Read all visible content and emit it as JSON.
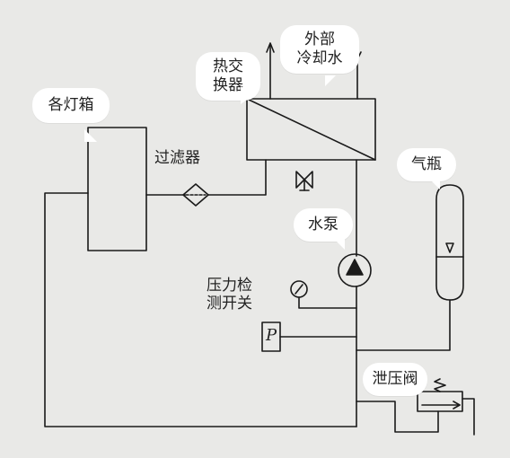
{
  "diagram": {
    "labels": {
      "lamp_boxes": "各灯箱",
      "heat_exchanger_line1": "热交",
      "heat_exchanger_line2": "换器",
      "external_cooling_line1": "外部",
      "external_cooling_line2": "冷却水",
      "filter": "过滤器",
      "gas_bottle": "气瓶",
      "water_pump": "水泵",
      "pressure_switch_line1": "压力检",
      "pressure_switch_line2": "测开关",
      "relief_valve": "泄压阀",
      "pressure_switch_symbol": "P"
    },
    "colors": {
      "background": "#e9e9e7",
      "line": "#1a1a1a",
      "callout": "#ffffff"
    }
  }
}
